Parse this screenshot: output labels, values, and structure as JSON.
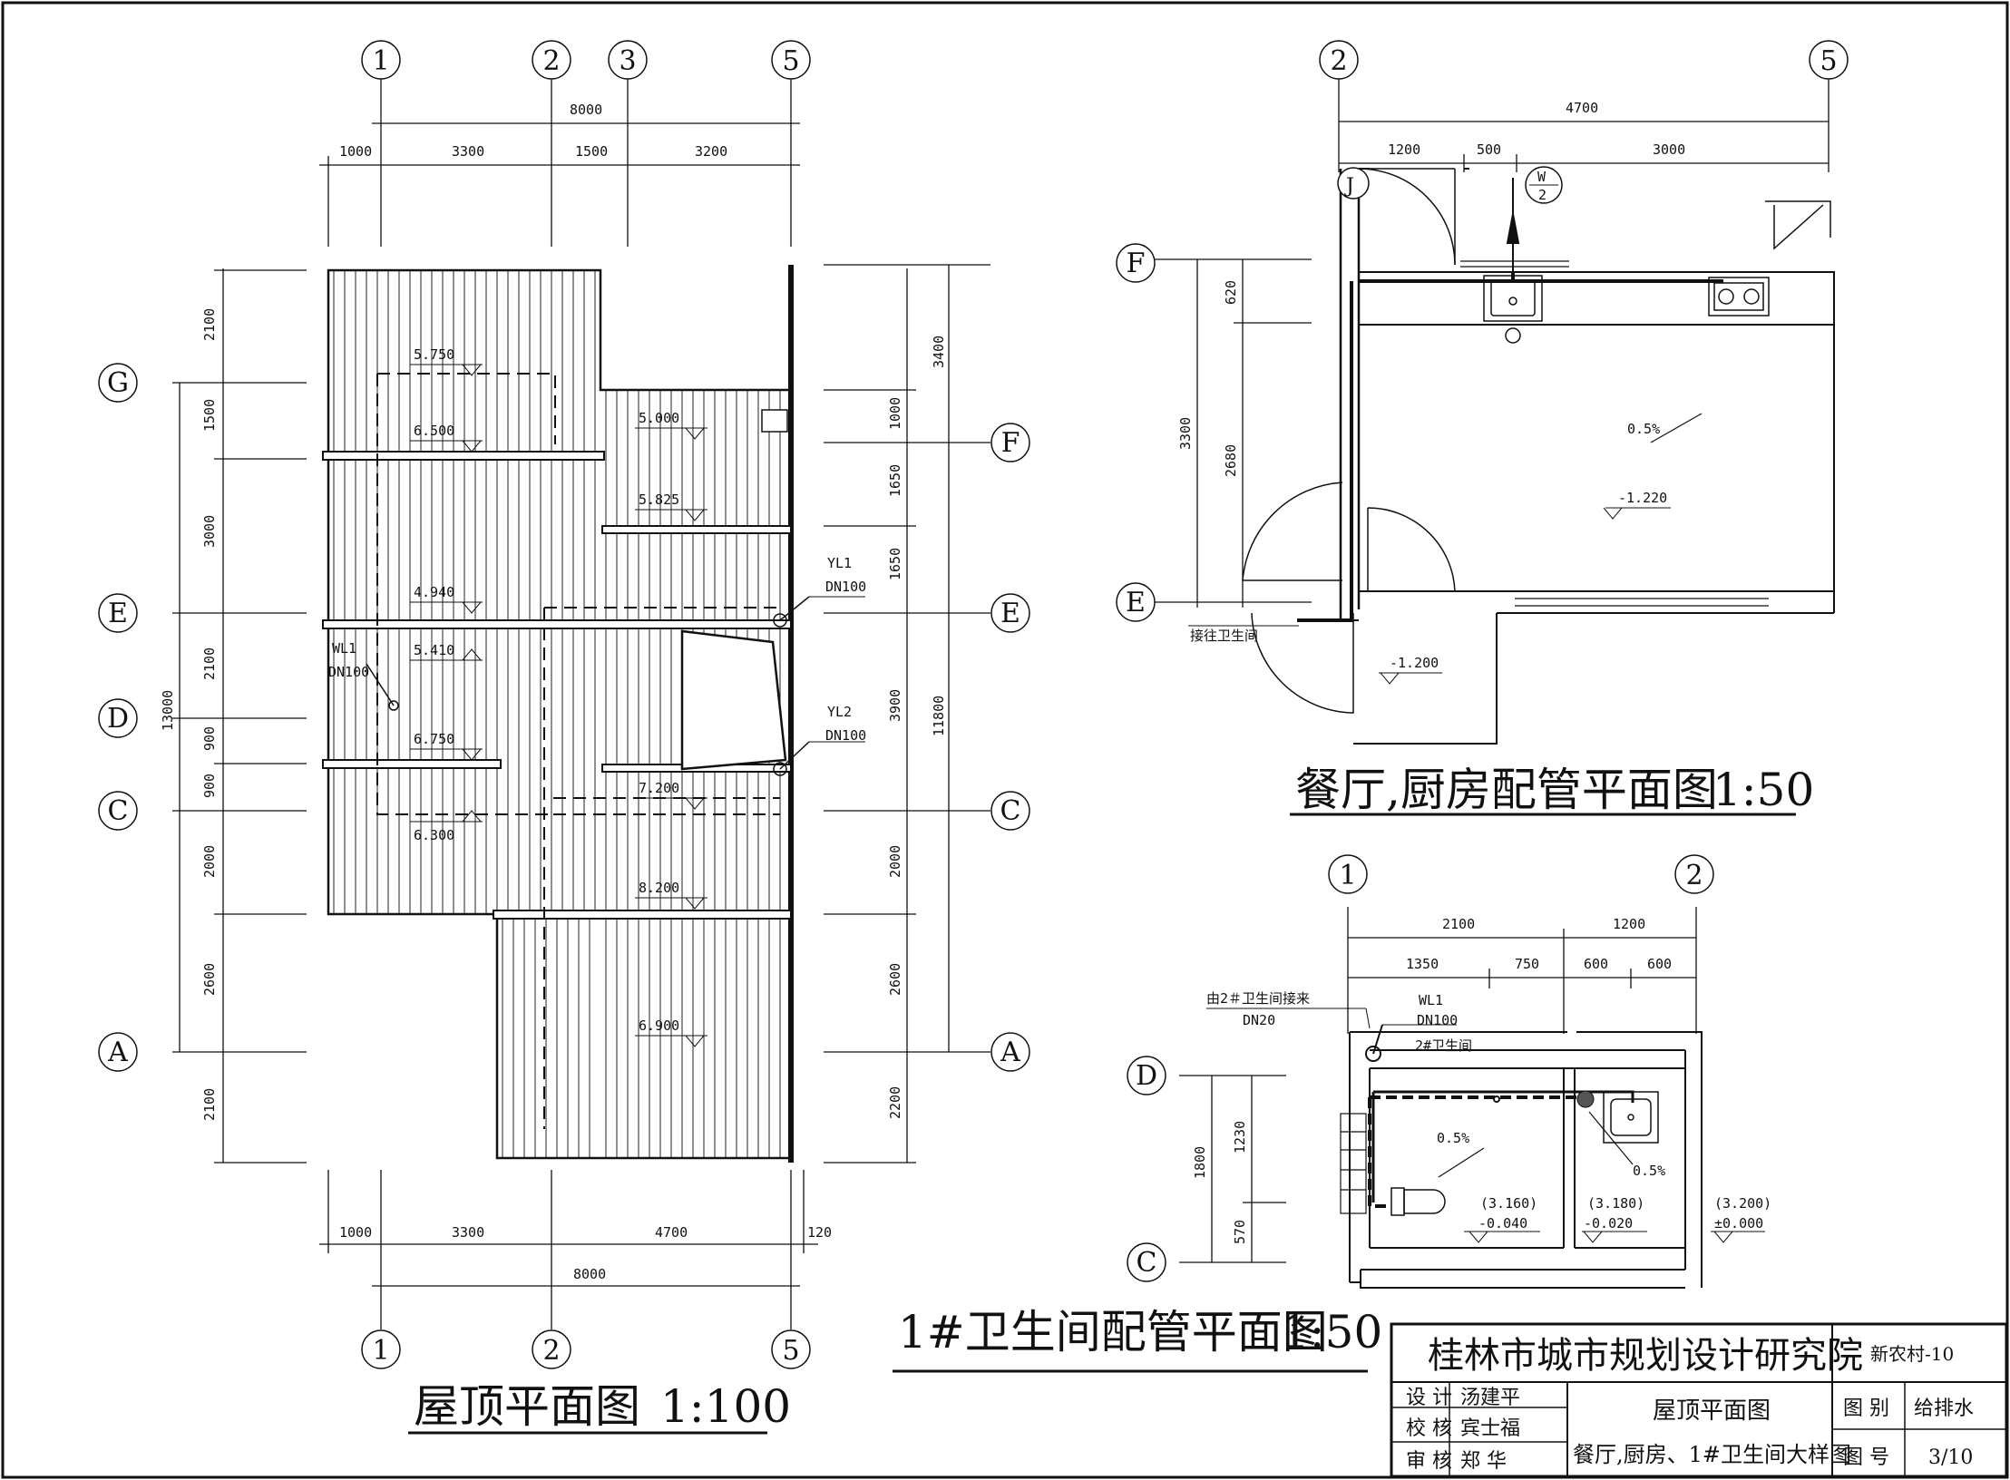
{
  "roof_plan": {
    "title": "屋顶平面图",
    "scale": "1:100",
    "axes_top": [
      "1",
      "2",
      "3",
      "5"
    ],
    "axes_bottom": [
      "1",
      "2",
      "5"
    ],
    "axes_left": [
      "G",
      "E",
      "D",
      "C",
      "A"
    ],
    "axes_right": [
      "F",
      "E",
      "C",
      "A"
    ],
    "dims_top_overall": "8000",
    "dims_top_parts": [
      "1000",
      "3300",
      "1500",
      "3200"
    ],
    "dims_bottom_parts": [
      "1000",
      "3300",
      "4700",
      "120"
    ],
    "dims_bottom_overall": "8000",
    "dims_left_overall": "13000",
    "dims_left_parts": [
      "2100",
      "1500",
      "3000",
      "2100",
      "900",
      "900",
      "2000",
      "2600",
      "2100"
    ],
    "dims_right_overall": "11800",
    "dims_right_outer": "3400",
    "dims_right_parts": [
      "1000",
      "1650",
      "1650",
      "3900",
      "2000",
      "2600",
      "2200"
    ],
    "levels": [
      "5.750",
      "6.500",
      "5.000",
      "5.825",
      "4.940",
      "5.410",
      "6.750",
      "6.300",
      "7.200",
      "8.200",
      "6.900"
    ],
    "pipes": [
      {
        "id": "YL1",
        "size": "DN100"
      },
      {
        "id": "YL2",
        "size": "DN100"
      },
      {
        "id": "WL1",
        "size": "DN100"
      }
    ]
  },
  "kitchen_plan": {
    "title": "餐厅,厨房配管平面图",
    "scale": "1:50",
    "axes_top": [
      "2",
      "5"
    ],
    "axes_left": [
      "F",
      "E"
    ],
    "dims_top_overall": "4700",
    "dims_top_parts": [
      "1200",
      "500",
      "3000"
    ],
    "dims_left_overall": "3300",
    "dims_left_parts": [
      "620",
      "2680"
    ],
    "tag_J": "J",
    "tag_W_num": "W",
    "tag_W_den": "2",
    "slope": "0.5%",
    "level_1": "-1.220",
    "level_2": "-1.200",
    "note": "接往卫生间"
  },
  "bath_plan": {
    "title": "1#卫生间配管平面图",
    "scale": "1:50",
    "axes_top": [
      "1",
      "2"
    ],
    "axes_left": [
      "D",
      "C"
    ],
    "dims_top_main": [
      "2100",
      "1200"
    ],
    "dims_top_parts": [
      "1350",
      "750",
      "600",
      "600"
    ],
    "dims_left_overall": "1800",
    "dims_left_parts": [
      "1230",
      "570"
    ],
    "note_from": "由2＃卫生间接来",
    "note_size": "DN20",
    "pipe_id": "WL1",
    "pipe_size": "DN100",
    "pipe_note": "2#卫生间",
    "slope_1": "0.5%",
    "slope_2": "0.5%",
    "levels": [
      {
        "top": "(3.160)",
        "bot": "-0.040"
      },
      {
        "top": "(3.180)",
        "bot": "-0.020"
      },
      {
        "top": "(3.200)",
        "bot": "±0.000"
      }
    ]
  },
  "title_block": {
    "institute": "桂林市城市规划设计研究院",
    "project": "新农村-10",
    "design_label": "设 计",
    "design_name": "汤建平",
    "check_label": "校 核",
    "check_name": "宾士福",
    "review_label": "审 核",
    "review_name": "郑  华",
    "drawing_title_1": "屋顶平面图",
    "drawing_title_2": "餐厅,厨房、1#卫生间大样图",
    "category_label": "图 别",
    "category_value": "给排水",
    "number_label": "图 号",
    "number_value": "3/10"
  }
}
